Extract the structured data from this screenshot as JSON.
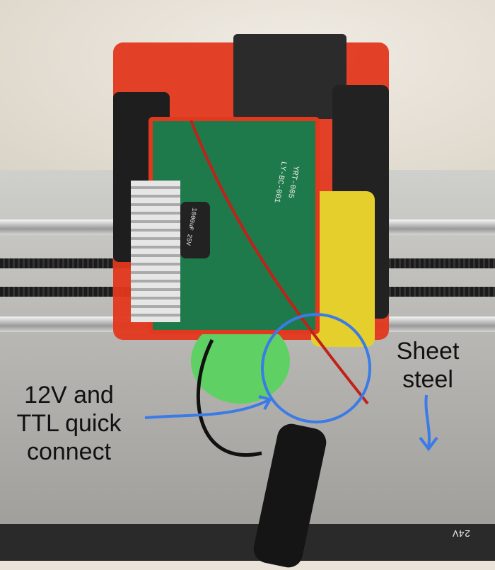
{
  "annotations": {
    "quick_connect": [
      "12V and",
      "TTL quick",
      "connect"
    ],
    "sheet_steel": [
      "Sheet",
      "steel"
    ]
  },
  "board_labels": {
    "model": "LY-BC-001",
    "code": "YRT-005",
    "capacitor": "1000uF 25V",
    "bed_marking": "24V"
  },
  "colors": {
    "annotation_blue": "#3b7be8",
    "carriage": "#e2381e",
    "pcb": "#1f7a4b"
  }
}
